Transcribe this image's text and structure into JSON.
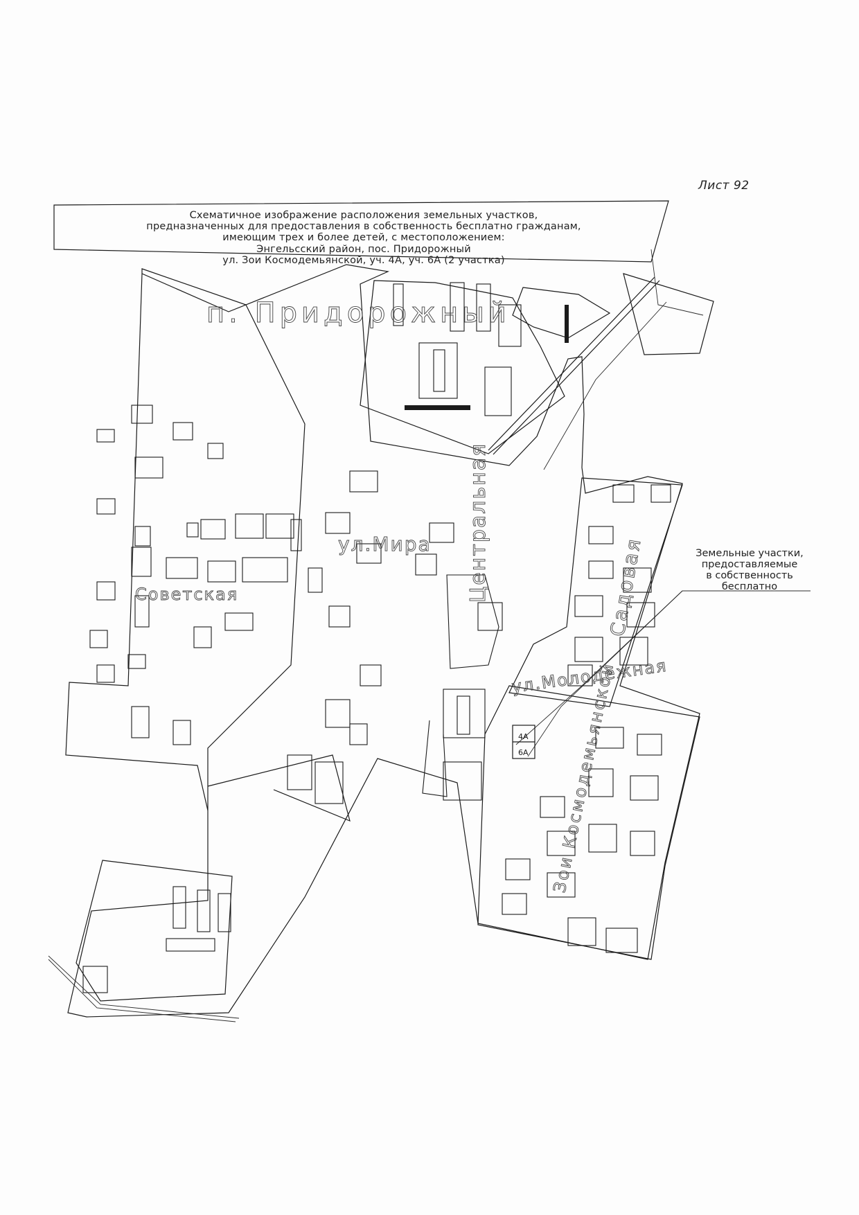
{
  "sheet": {
    "label": "Лист 92"
  },
  "title": {
    "lines": [
      "Схематичное изображение расположения земельных участков,",
      "предназначенных для предоставления в собственность бесплатно гражданам,",
      "имеющим трех и более детей, с местоположением:",
      "Энгельсский район, пос. Придорожный",
      "ул. Зои Космодемьянской, уч. 4А, уч. 6А (2 участка)"
    ]
  },
  "map": {
    "settlement_label": "п. Придорожный",
    "street_labels": {
      "mira": "ул.Мира",
      "sovetskaya": "Советская",
      "tsentralnaya": "Центральная",
      "molodezhnaya": "ул.Молодежная",
      "sadovaya": "Садовая",
      "kosmodemyanskoi": "Зои Космодемьянской"
    },
    "parcel_labels": [
      "4А",
      "6А"
    ],
    "colors": {
      "lines": "#1b1b1b",
      "paper": "#fdfdfd"
    }
  },
  "callout": {
    "lines": [
      "Земельные участки,",
      "предоставляемые",
      "в собственность",
      "бесплатно"
    ]
  }
}
